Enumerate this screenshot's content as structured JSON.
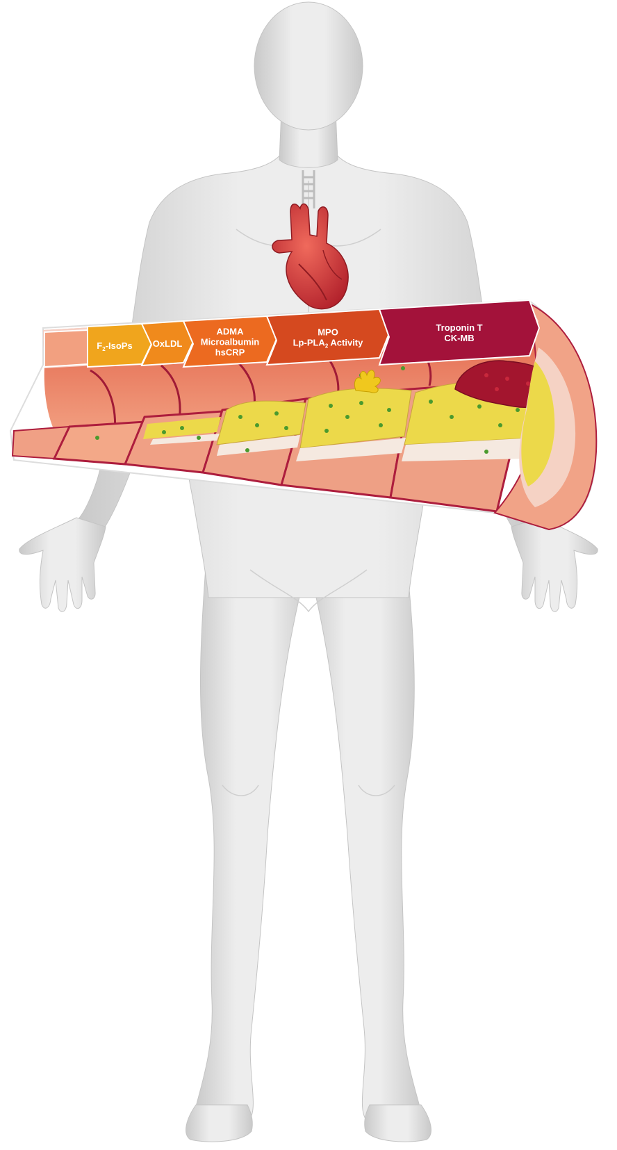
{
  "colors": {
    "background": "#ffffff",
    "body": "#e6e6e6",
    "body_shade": "#cfcfcf",
    "heart": "#d6383c",
    "artery_wall": "#e8806a",
    "artery_cut": "#ad1d3d",
    "plaque": "#ecd94a",
    "stage_1": "#f0a51d",
    "stage_2": "#f08a1c",
    "stage_3": "#ec6a20",
    "stage_4": "#d5491f",
    "stage_5": "#a3123a"
  },
  "icons": [
    "human-body-silhouette",
    "heart-icon",
    "artery-cross-section",
    "plaque-rupture-icon",
    "thrombus-icon"
  ],
  "stages": [
    {
      "id": "stage-1",
      "lines": [
        {
          "main": "F",
          "sub": "2",
          "after": "-IsoPs"
        }
      ]
    },
    {
      "id": "stage-2",
      "lines": [
        {
          "main": "OxLDL",
          "sub": "",
          "after": ""
        }
      ]
    },
    {
      "id": "stage-3",
      "lines": [
        {
          "main": "ADMA",
          "sub": "",
          "after": ""
        },
        {
          "main": "Microalbumin",
          "sub": "",
          "after": ""
        },
        {
          "main": "hsCRP",
          "sub": "",
          "after": ""
        }
      ]
    },
    {
      "id": "stage-4",
      "lines": [
        {
          "main": "MPO",
          "sub": "",
          "after": ""
        },
        {
          "main": "Lp-PLA",
          "sub": "2",
          "after": " Activity"
        }
      ]
    },
    {
      "id": "stage-5",
      "lines": [
        {
          "main": "Troponin T",
          "sub": "",
          "after": ""
        },
        {
          "main": "CK-MB",
          "sub": "",
          "after": ""
        }
      ]
    }
  ]
}
